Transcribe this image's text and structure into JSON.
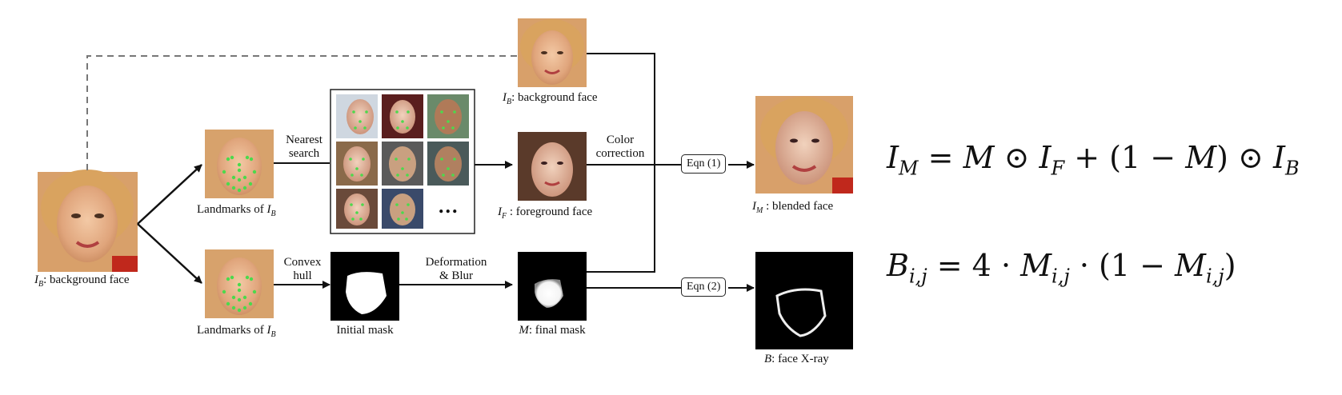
{
  "labels": {
    "bg_face_left": "I_B: background face",
    "bg_face_top": "I_B: background face",
    "landmarks_top": "Landmarks of I_B",
    "landmarks_bottom": "Landmarks of I_B",
    "nearest_search_1": "Nearest",
    "nearest_search_2": "search",
    "convex_1": "Convex",
    "convex_2": "hull",
    "initial_mask": "Initial mask",
    "deform_1": "Deformation",
    "deform_2": "& Blur",
    "final_mask": "M: final mask",
    "foreground": "I_F : foreground face",
    "color_1": "Color",
    "color_2": "correction",
    "eqn1_box": "Eqn (1)",
    "eqn2_box": "Eqn (2)",
    "blended": "I_M : blended face",
    "xray": "B: face X-ray",
    "dots": "..."
  },
  "equations": {
    "eq1": "I_M = M ⊙ I_F + (1 − M) ⊙ I_B",
    "eq2": "B_{i,j} = 4 · M_{i,j} · (1 − M_{i,j})"
  }
}
